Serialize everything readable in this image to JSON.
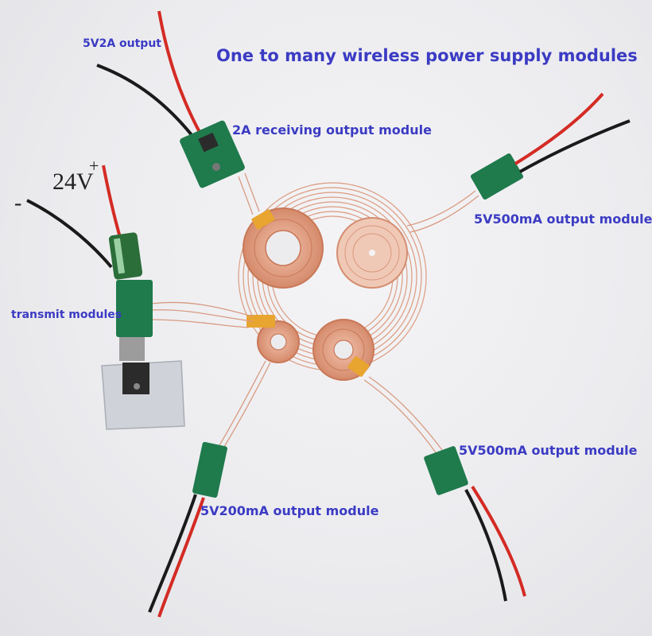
{
  "title": "One to many wireless power supply modules",
  "labels": {
    "output_5v2a": "5V2A output",
    "receiver_2a": "2A receiving output module",
    "output_5v500ma_top": "5V500mA output module",
    "transmit": "transmit modules",
    "output_5v500ma_bottom": "5V500mA output module",
    "output_5v200ma": "5V200mA output module"
  },
  "input": {
    "voltage": "24V",
    "positive": "+",
    "negative": "-"
  },
  "colors": {
    "label_text": "#3b3bc4",
    "copper": "#d9957a",
    "pcb": "#1f7a4c",
    "wire_red": "#d42b24",
    "wire_black": "#1a1a1a"
  }
}
